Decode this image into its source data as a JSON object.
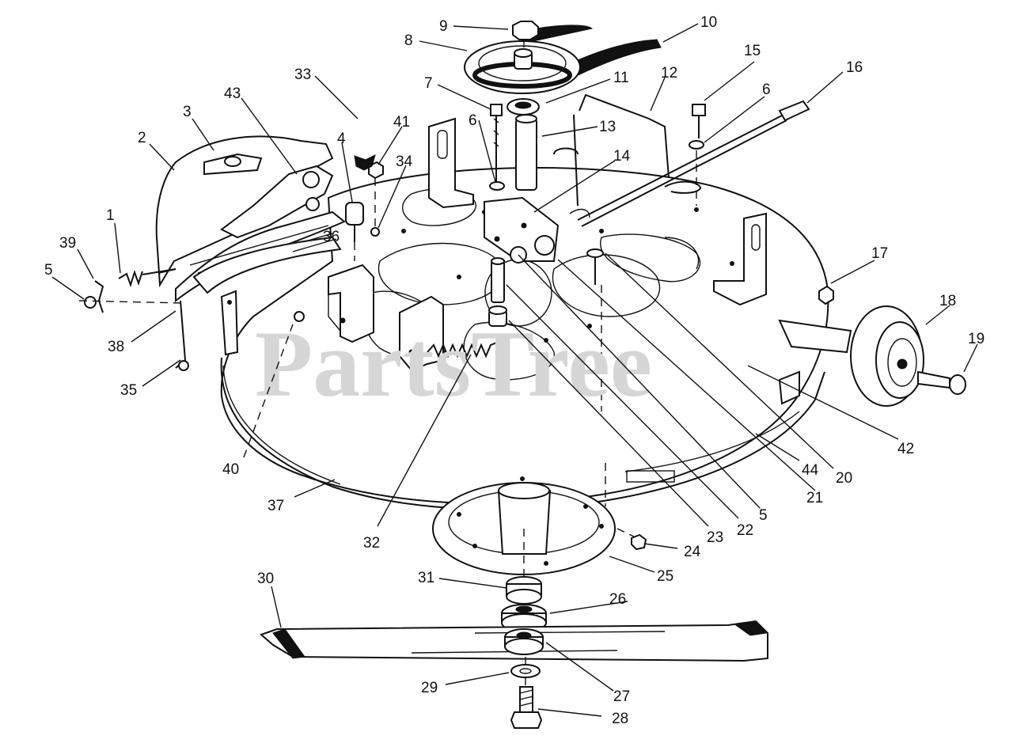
{
  "watermark": {
    "text": "PartsTree"
  },
  "callouts": [
    {
      "id": "1",
      "label": "1"
    },
    {
      "id": "2",
      "label": "2"
    },
    {
      "id": "3",
      "label": "3"
    },
    {
      "id": "4",
      "label": "4"
    },
    {
      "id": "5a",
      "label": "5"
    },
    {
      "id": "5b",
      "label": "5"
    },
    {
      "id": "6a",
      "label": "6"
    },
    {
      "id": "6b",
      "label": "6"
    },
    {
      "id": "7",
      "label": "7"
    },
    {
      "id": "8",
      "label": "8"
    },
    {
      "id": "9",
      "label": "9"
    },
    {
      "id": "10",
      "label": "10"
    },
    {
      "id": "11",
      "label": "11"
    },
    {
      "id": "12",
      "label": "12"
    },
    {
      "id": "13",
      "label": "13"
    },
    {
      "id": "14",
      "label": "14"
    },
    {
      "id": "15",
      "label": "15"
    },
    {
      "id": "16",
      "label": "16"
    },
    {
      "id": "17",
      "label": "17"
    },
    {
      "id": "18",
      "label": "18"
    },
    {
      "id": "19",
      "label": "19"
    },
    {
      "id": "20",
      "label": "20"
    },
    {
      "id": "21",
      "label": "21"
    },
    {
      "id": "22",
      "label": "22"
    },
    {
      "id": "23",
      "label": "23"
    },
    {
      "id": "24",
      "label": "24"
    },
    {
      "id": "25",
      "label": "25"
    },
    {
      "id": "26",
      "label": "26"
    },
    {
      "id": "27",
      "label": "27"
    },
    {
      "id": "28",
      "label": "28"
    },
    {
      "id": "29",
      "label": "29"
    },
    {
      "id": "30",
      "label": "30"
    },
    {
      "id": "31",
      "label": "31"
    },
    {
      "id": "32",
      "label": "32"
    },
    {
      "id": "33",
      "label": "33"
    },
    {
      "id": "34",
      "label": "34"
    },
    {
      "id": "35",
      "label": "35"
    },
    {
      "id": "36",
      "label": "36"
    },
    {
      "id": "37",
      "label": "37"
    },
    {
      "id": "38",
      "label": "38"
    },
    {
      "id": "39",
      "label": "39"
    },
    {
      "id": "40",
      "label": "40"
    },
    {
      "id": "41",
      "label": "41"
    },
    {
      "id": "42",
      "label": "42"
    },
    {
      "id": "43",
      "label": "43"
    },
    {
      "id": "44",
      "label": "44"
    }
  ]
}
